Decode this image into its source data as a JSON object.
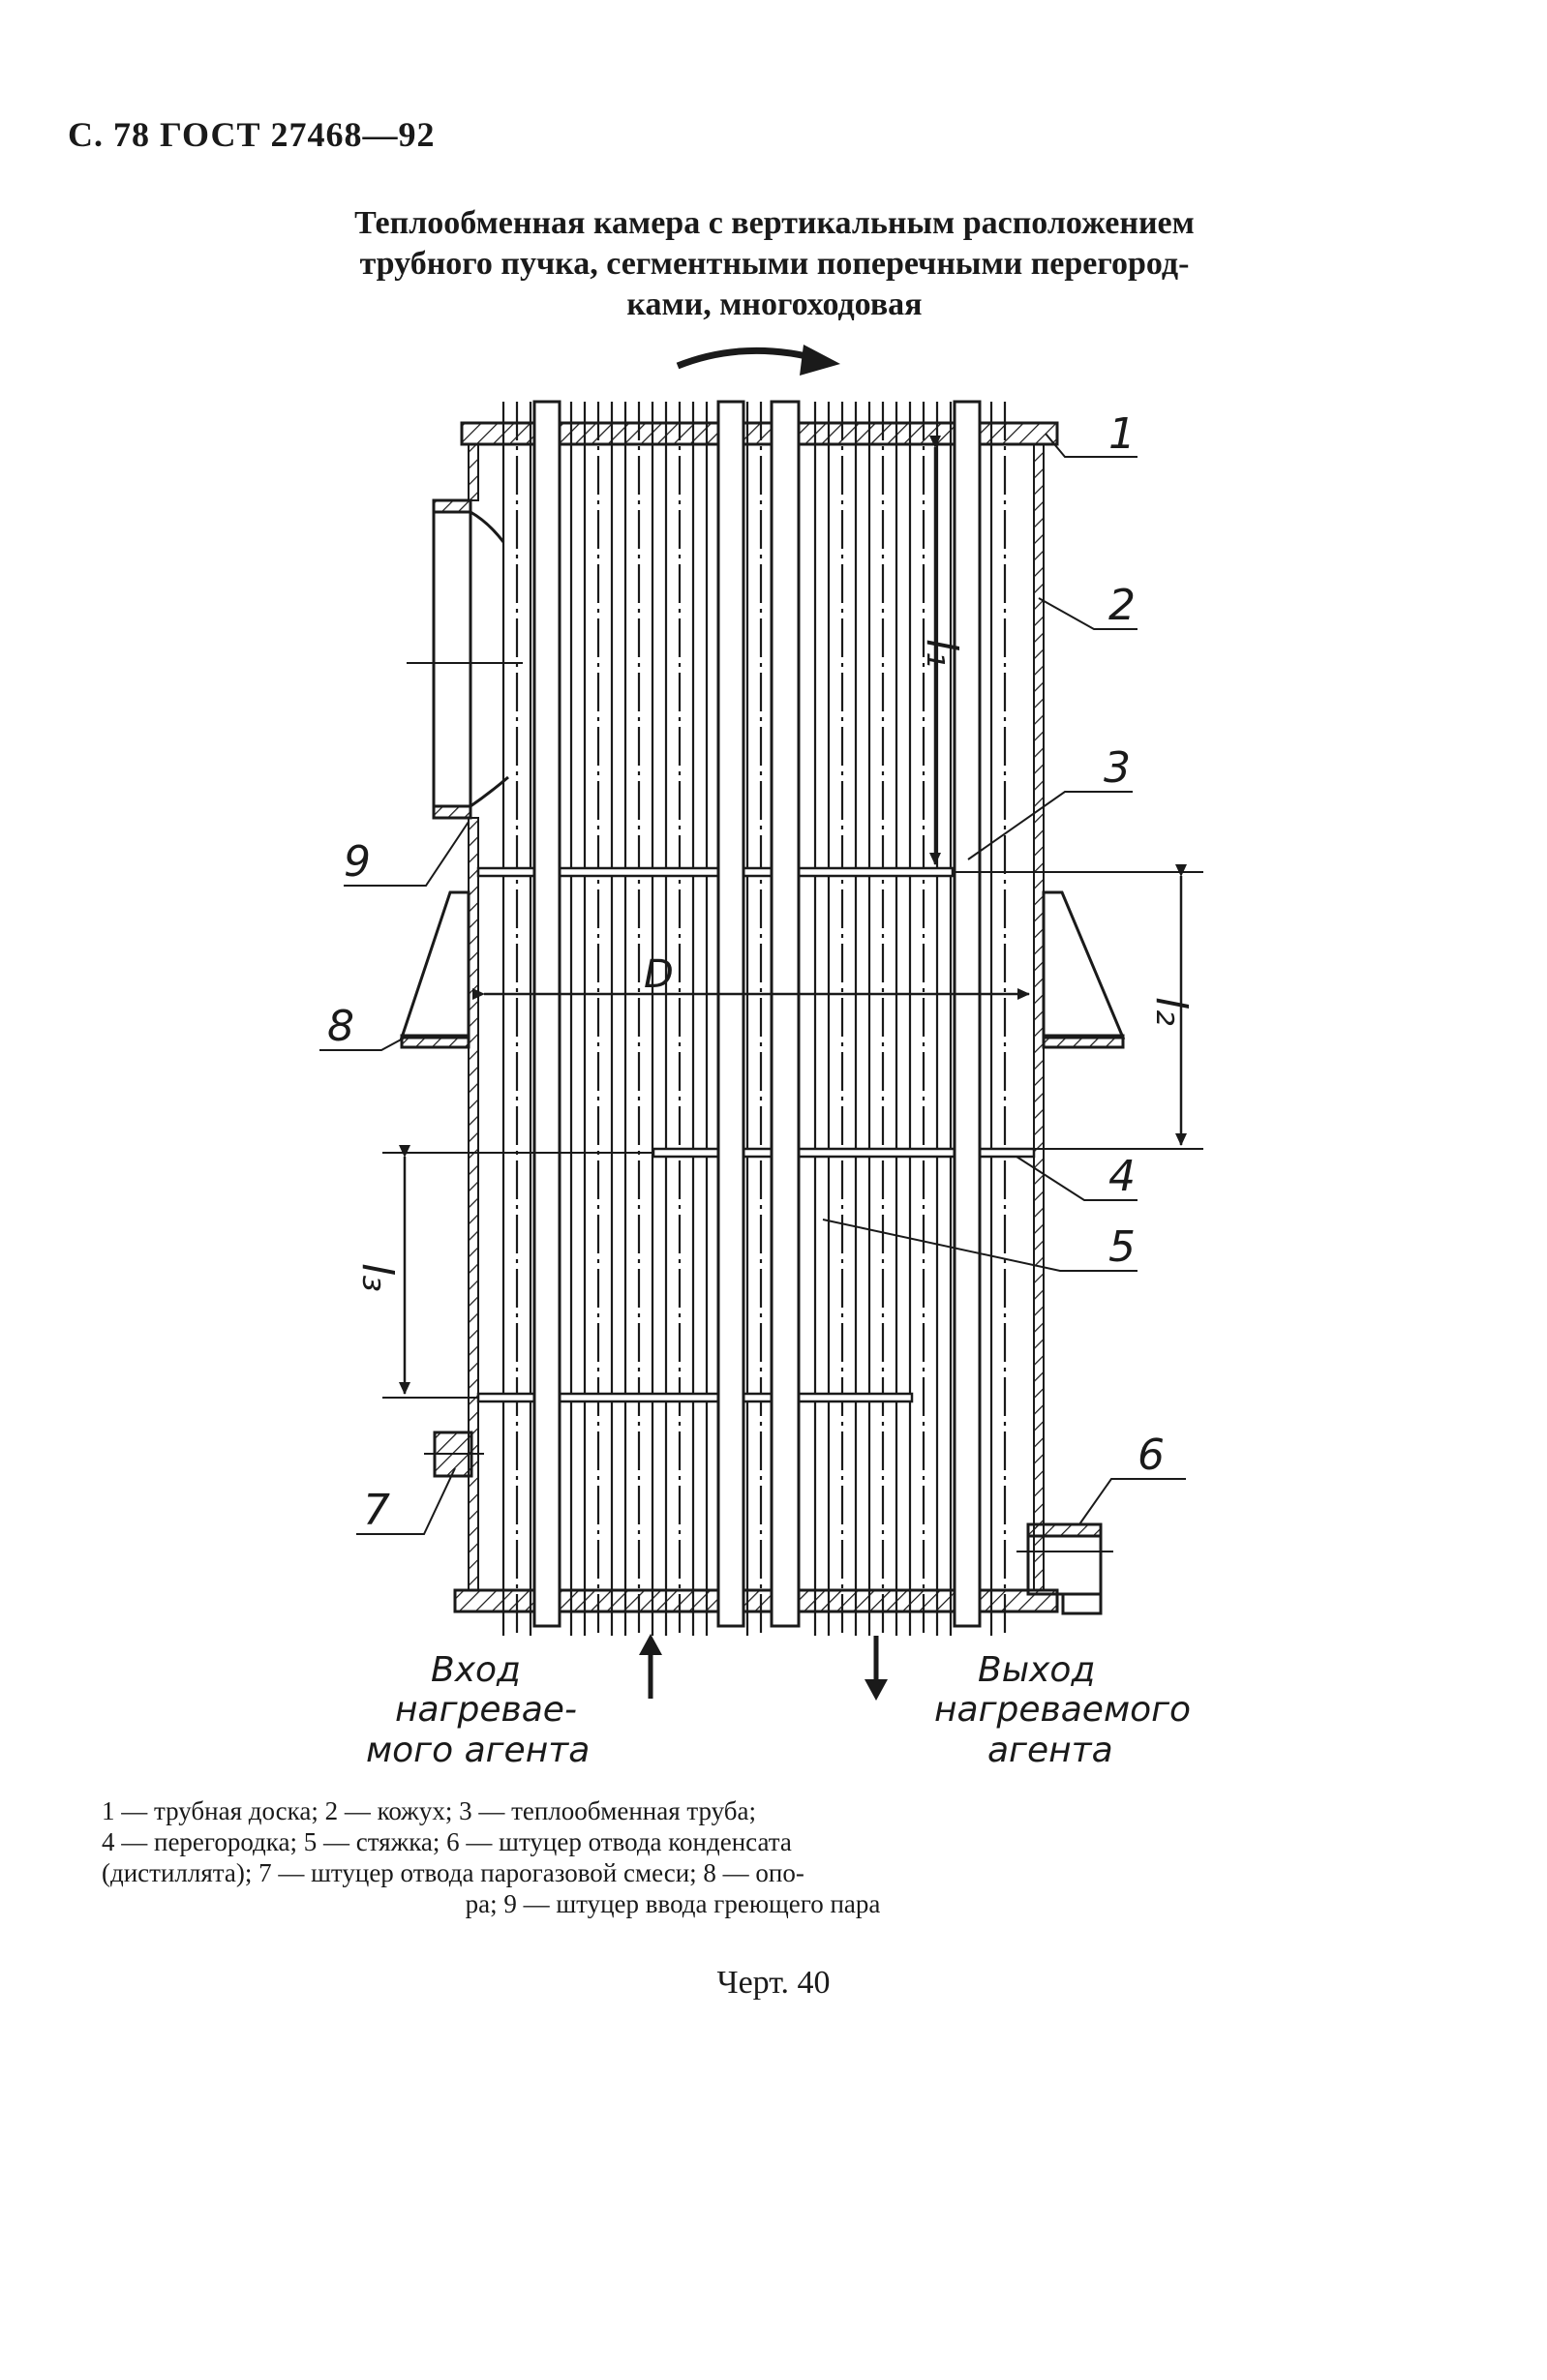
{
  "header": "С. 78 ГОСТ 27468—92",
  "title_lines": [
    "Теплообменная камера с вертикальным расположением",
    "трубного пучка, сегментными поперечными перегород-",
    "ками, многоходовая"
  ],
  "callouts": {
    "c1": "1",
    "c2": "2",
    "c3": "3",
    "c4": "4",
    "c5": "5",
    "c6": "6",
    "c7": "7",
    "c8": "8",
    "c9": "9"
  },
  "dimensions": {
    "l1": "l₁",
    "l2": "l₂",
    "l3": "l₃",
    "D": "D"
  },
  "flow_labels": {
    "inlet": [
      "Вход",
      "нагревае-",
      "мого агента"
    ],
    "outlet": [
      "Выход",
      "нагреваемого",
      "агента"
    ]
  },
  "legend_lines": [
    "1 — трубная доска; 2 — кожух; 3 — теплообменная труба;",
    "4 — перегородка; 5 — стяжка; 6 — штуцер отвода конденсата",
    "(дистиллята); 7 — штуцер отвода парогазовой смеси; 8 — опо-",
    "ра; 9 — штуцер ввода греющего пара"
  ],
  "figure_caption": "Черт. 40"
}
